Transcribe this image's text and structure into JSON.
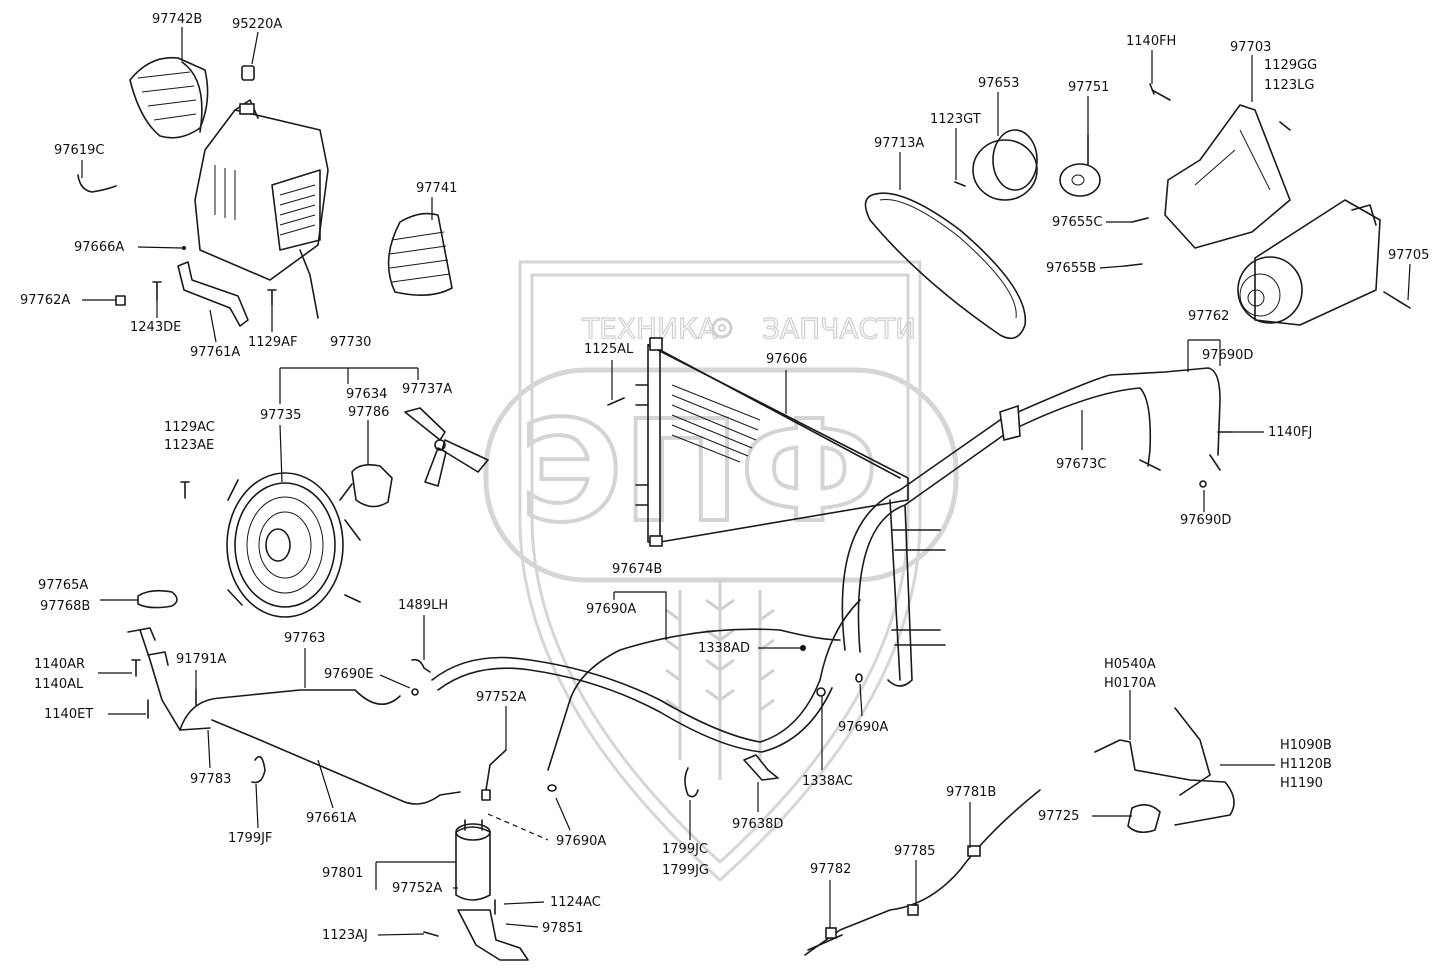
{
  "watermark": {
    "left_text": "ТЕХНИКА",
    "right_text": "ЗАПЧАСТИ",
    "logo_text": "ЭПФ"
  },
  "labels": {
    "p97742B": "97742B",
    "p95220A": "95220A",
    "p97619C": "97619C",
    "p97666A": "97666A",
    "p97762A": "97762A",
    "p1243DE": "1243DE",
    "p97761A": "97761A",
    "p1129AF": "1129AF",
    "p97741": "97741",
    "p97730": "97730",
    "p97735": "97735",
    "p97634": "97634",
    "p97786": "97786",
    "p97737A": "97737A",
    "p1129AC": "1129AC",
    "p1123AE": "1123AE",
    "p97765A": "97765A",
    "p97768B": "97768B",
    "p1140AR": "1140AR",
    "p1140AL": "1140AL",
    "p91791A": "91791A",
    "p1140ET": "1140ET",
    "p97783": "97783",
    "p1799JF": "1799JF",
    "p97763": "97763",
    "p97690E": "97690E",
    "p1489LH": "1489LH",
    "p97661A": "97661A",
    "p97752A_top": "97752A",
    "p97801": "97801",
    "p97752A_bot": "97752A",
    "p1124AC": "1124AC",
    "p97851": "97851",
    "p1123AJ": "1123AJ",
    "p97690A_mid": "97690A",
    "p97674B": "97674B",
    "p97690A_upper": "97690A",
    "p1338AD": "1338AD",
    "p1799JC": "1799JC",
    "p1799JG": "1799JG",
    "p97638D": "97638D",
    "p1338AC": "1338AC",
    "p97690A_right": "97690A",
    "p1125AL": "1125AL",
    "p97606": "97606",
    "p97713A": "97713A",
    "p1123GT": "1123GT",
    "p97653": "97653",
    "p97751": "97751",
    "p1140FH": "1140FH",
    "p97703": "97703",
    "p1129GG": "1129GG",
    "p1123LG": "1123LG",
    "p97655C": "97655C",
    "p97655B": "97655B",
    "p97705": "97705",
    "p97762": "97762",
    "p97690D_top": "97690D",
    "p1140FJ": "1140FJ",
    "p97673C": "97673C",
    "p97690D_bot": "97690D",
    "pH0540A": "H0540A",
    "pH0170A": "H0170A",
    "pH1090B": "H1090B",
    "pH1120B": "H1120B",
    "pH1190": "H1190",
    "p97725": "97725",
    "p97781B": "97781B",
    "p97785": "97785",
    "p97782": "97782"
  }
}
